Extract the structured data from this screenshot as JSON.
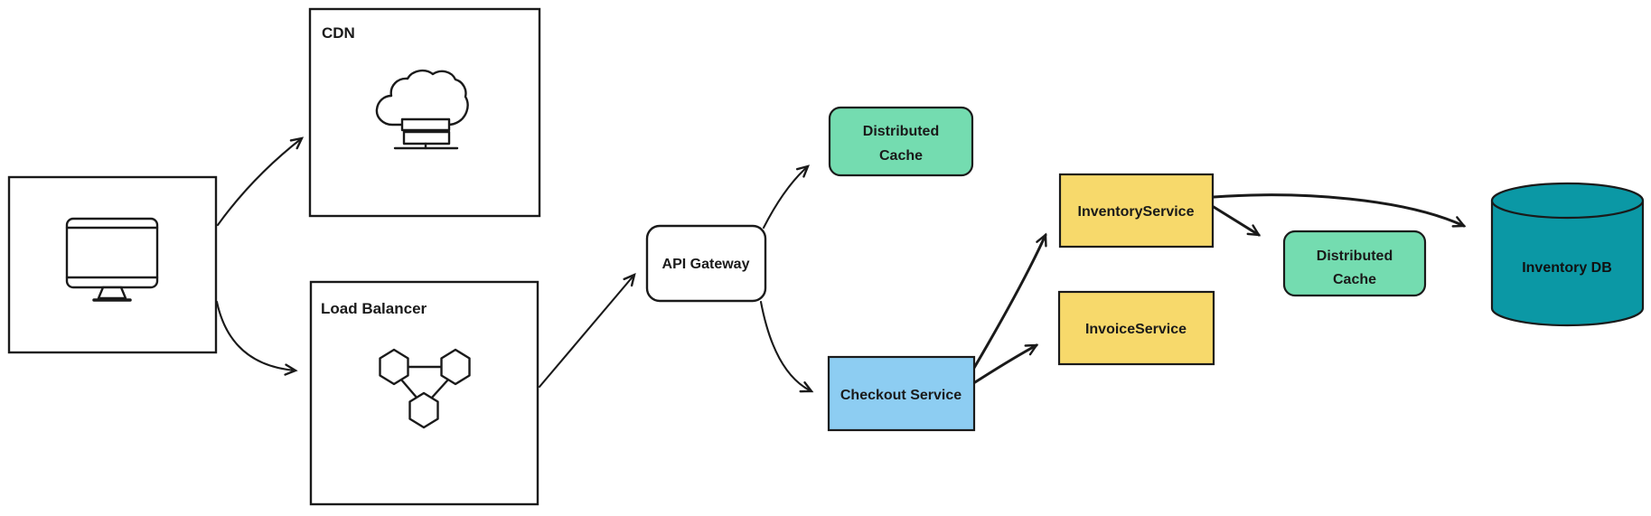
{
  "diagram": {
    "type": "architecture-flowchart",
    "background_color": "#ffffff",
    "stroke_color": "#1a1a1a",
    "nodes": {
      "client": {
        "icon": "desktop-monitor-icon",
        "fill": "#ffffff"
      },
      "cdn": {
        "label": "CDN",
        "icon": "cloud-server-icon",
        "fill": "#ffffff"
      },
      "load_balancer": {
        "label": "Load Balancer",
        "icon": "hexagon-cluster-icon",
        "fill": "#ffffff"
      },
      "api_gateway": {
        "label": "API Gateway",
        "fill": "#ffffff"
      },
      "distributed_cache_1": {
        "lines": [
          "Distributed",
          "Cache"
        ],
        "fill": "#74dcb0"
      },
      "checkout_service": {
        "label": "Checkout Service",
        "fill": "#8dcdf2"
      },
      "inventory_service": {
        "label": "InventoryService",
        "fill": "#f7d96b"
      },
      "invoice_service": {
        "label": "InvoiceService",
        "fill": "#f7d96b"
      },
      "distributed_cache_2": {
        "lines": [
          "Distributed",
          "Cache"
        ],
        "fill": "#74dcb0"
      },
      "inventory_db": {
        "label": "Inventory DB",
        "fill": "#0b98a5"
      }
    },
    "edges": [
      {
        "from": "client",
        "to": "cdn"
      },
      {
        "from": "client",
        "to": "load_balancer"
      },
      {
        "from": "load_balancer",
        "to": "api_gateway"
      },
      {
        "from": "api_gateway",
        "to": "distributed_cache_1"
      },
      {
        "from": "api_gateway",
        "to": "checkout_service"
      },
      {
        "from": "checkout_service",
        "to": "inventory_service"
      },
      {
        "from": "checkout_service",
        "to": "invoice_service"
      },
      {
        "from": "inventory_service",
        "to": "distributed_cache_2"
      },
      {
        "from": "inventory_service",
        "to": "inventory_db"
      }
    ]
  }
}
